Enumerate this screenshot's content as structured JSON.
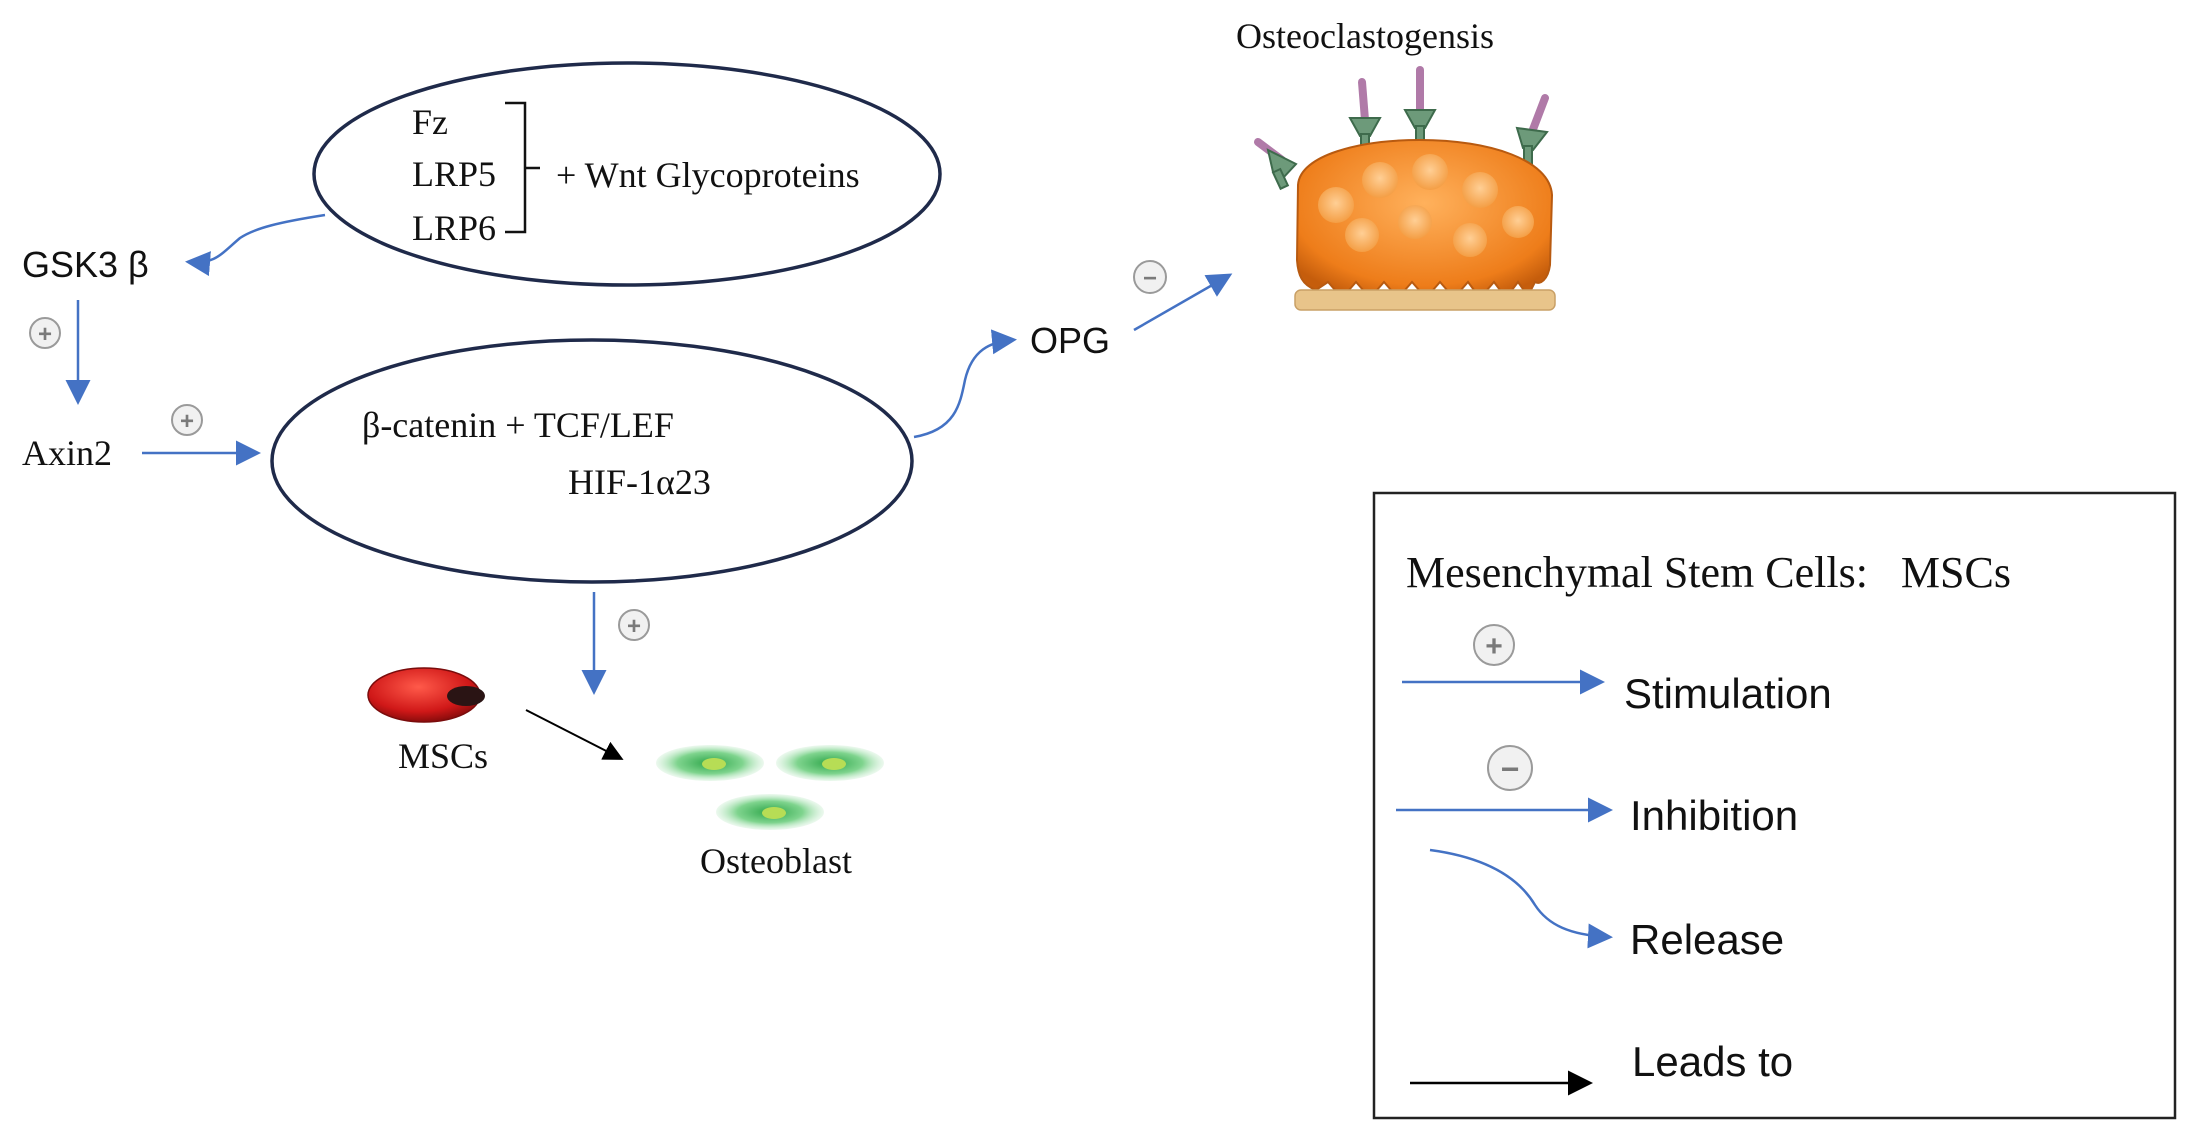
{
  "colors": {
    "arrow_blue": "#4472c4",
    "ellipse_stroke": "#1f2a4a",
    "leads_to": "#000000",
    "msc_red": "#d62828",
    "osteoblast_green": "#3cb35a",
    "osteoclast_orange": "#f0892a"
  },
  "nodes": {
    "receptors": {
      "fz": "Fz",
      "lrp5": "LRP5",
      "lrp6": "LRP6",
      "wnt": "+ Wnt Glycoproteins"
    },
    "gsk3b": "GSK3 β",
    "axin2": "Axin2",
    "catenin": {
      "line1": "β-catenin + TCF/LEF",
      "line2": "HIF-1α23"
    },
    "opg": "OPG",
    "osteoclastogenesis": "Osteoclastogensis",
    "mscs": "MSCs",
    "osteoblast": "Osteoblast"
  },
  "legend": {
    "title": "Mesenchymal Stem Cells:   MSCs",
    "stimulation": "Stimulation",
    "inhibition": "Inhibition",
    "release": "Release",
    "leads_to": "Leads to"
  },
  "signs": {
    "plus": "+",
    "minus": "−"
  }
}
